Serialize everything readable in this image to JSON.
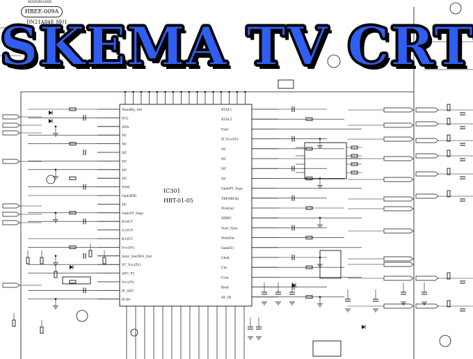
{
  "diagram": {
    "title": "SKEMA TV CRT",
    "board_caption": "MAINBOARD",
    "board_tag": "HBEE-009A",
    "board_model": "DN21A848_M01",
    "ic_name": "IC301",
    "ic_part": "HBT-01-05",
    "left_pins": [
      "Standby_Sel",
      "SCL",
      "SDA",
      "NC",
      "NC",
      "NC",
      "NC",
      "NC",
      "NC",
      "SVM",
      "Gnd(IPB)",
      "NC",
      "Gnd(FV_Sup)",
      "R-OUT",
      "G-OUT",
      "B-OUT",
      "Vcc(5V)",
      "Sync_Out/R/G_Out",
      "VC_Vcc(5V)",
      "AFC_F1",
      "Vcc(3V)",
      "IF_AGC",
      "IF-IN"
    ],
    "right_pins": [
      "XTAL1",
      "XTAL2",
      "Vref",
      "H_Vcc(5V)",
      "NC",
      "NC",
      "NC",
      "NC",
      "Gnd(FV_Sup)",
      "TRP(IRCK)",
      "ProtOut",
      "SIRPC",
      "Vout_Sync",
      "VoutOut",
      "Gnd(IV)",
      "Chsh",
      "Cin",
      "Ccin",
      "Bout",
      "AV_IN"
    ]
  }
}
